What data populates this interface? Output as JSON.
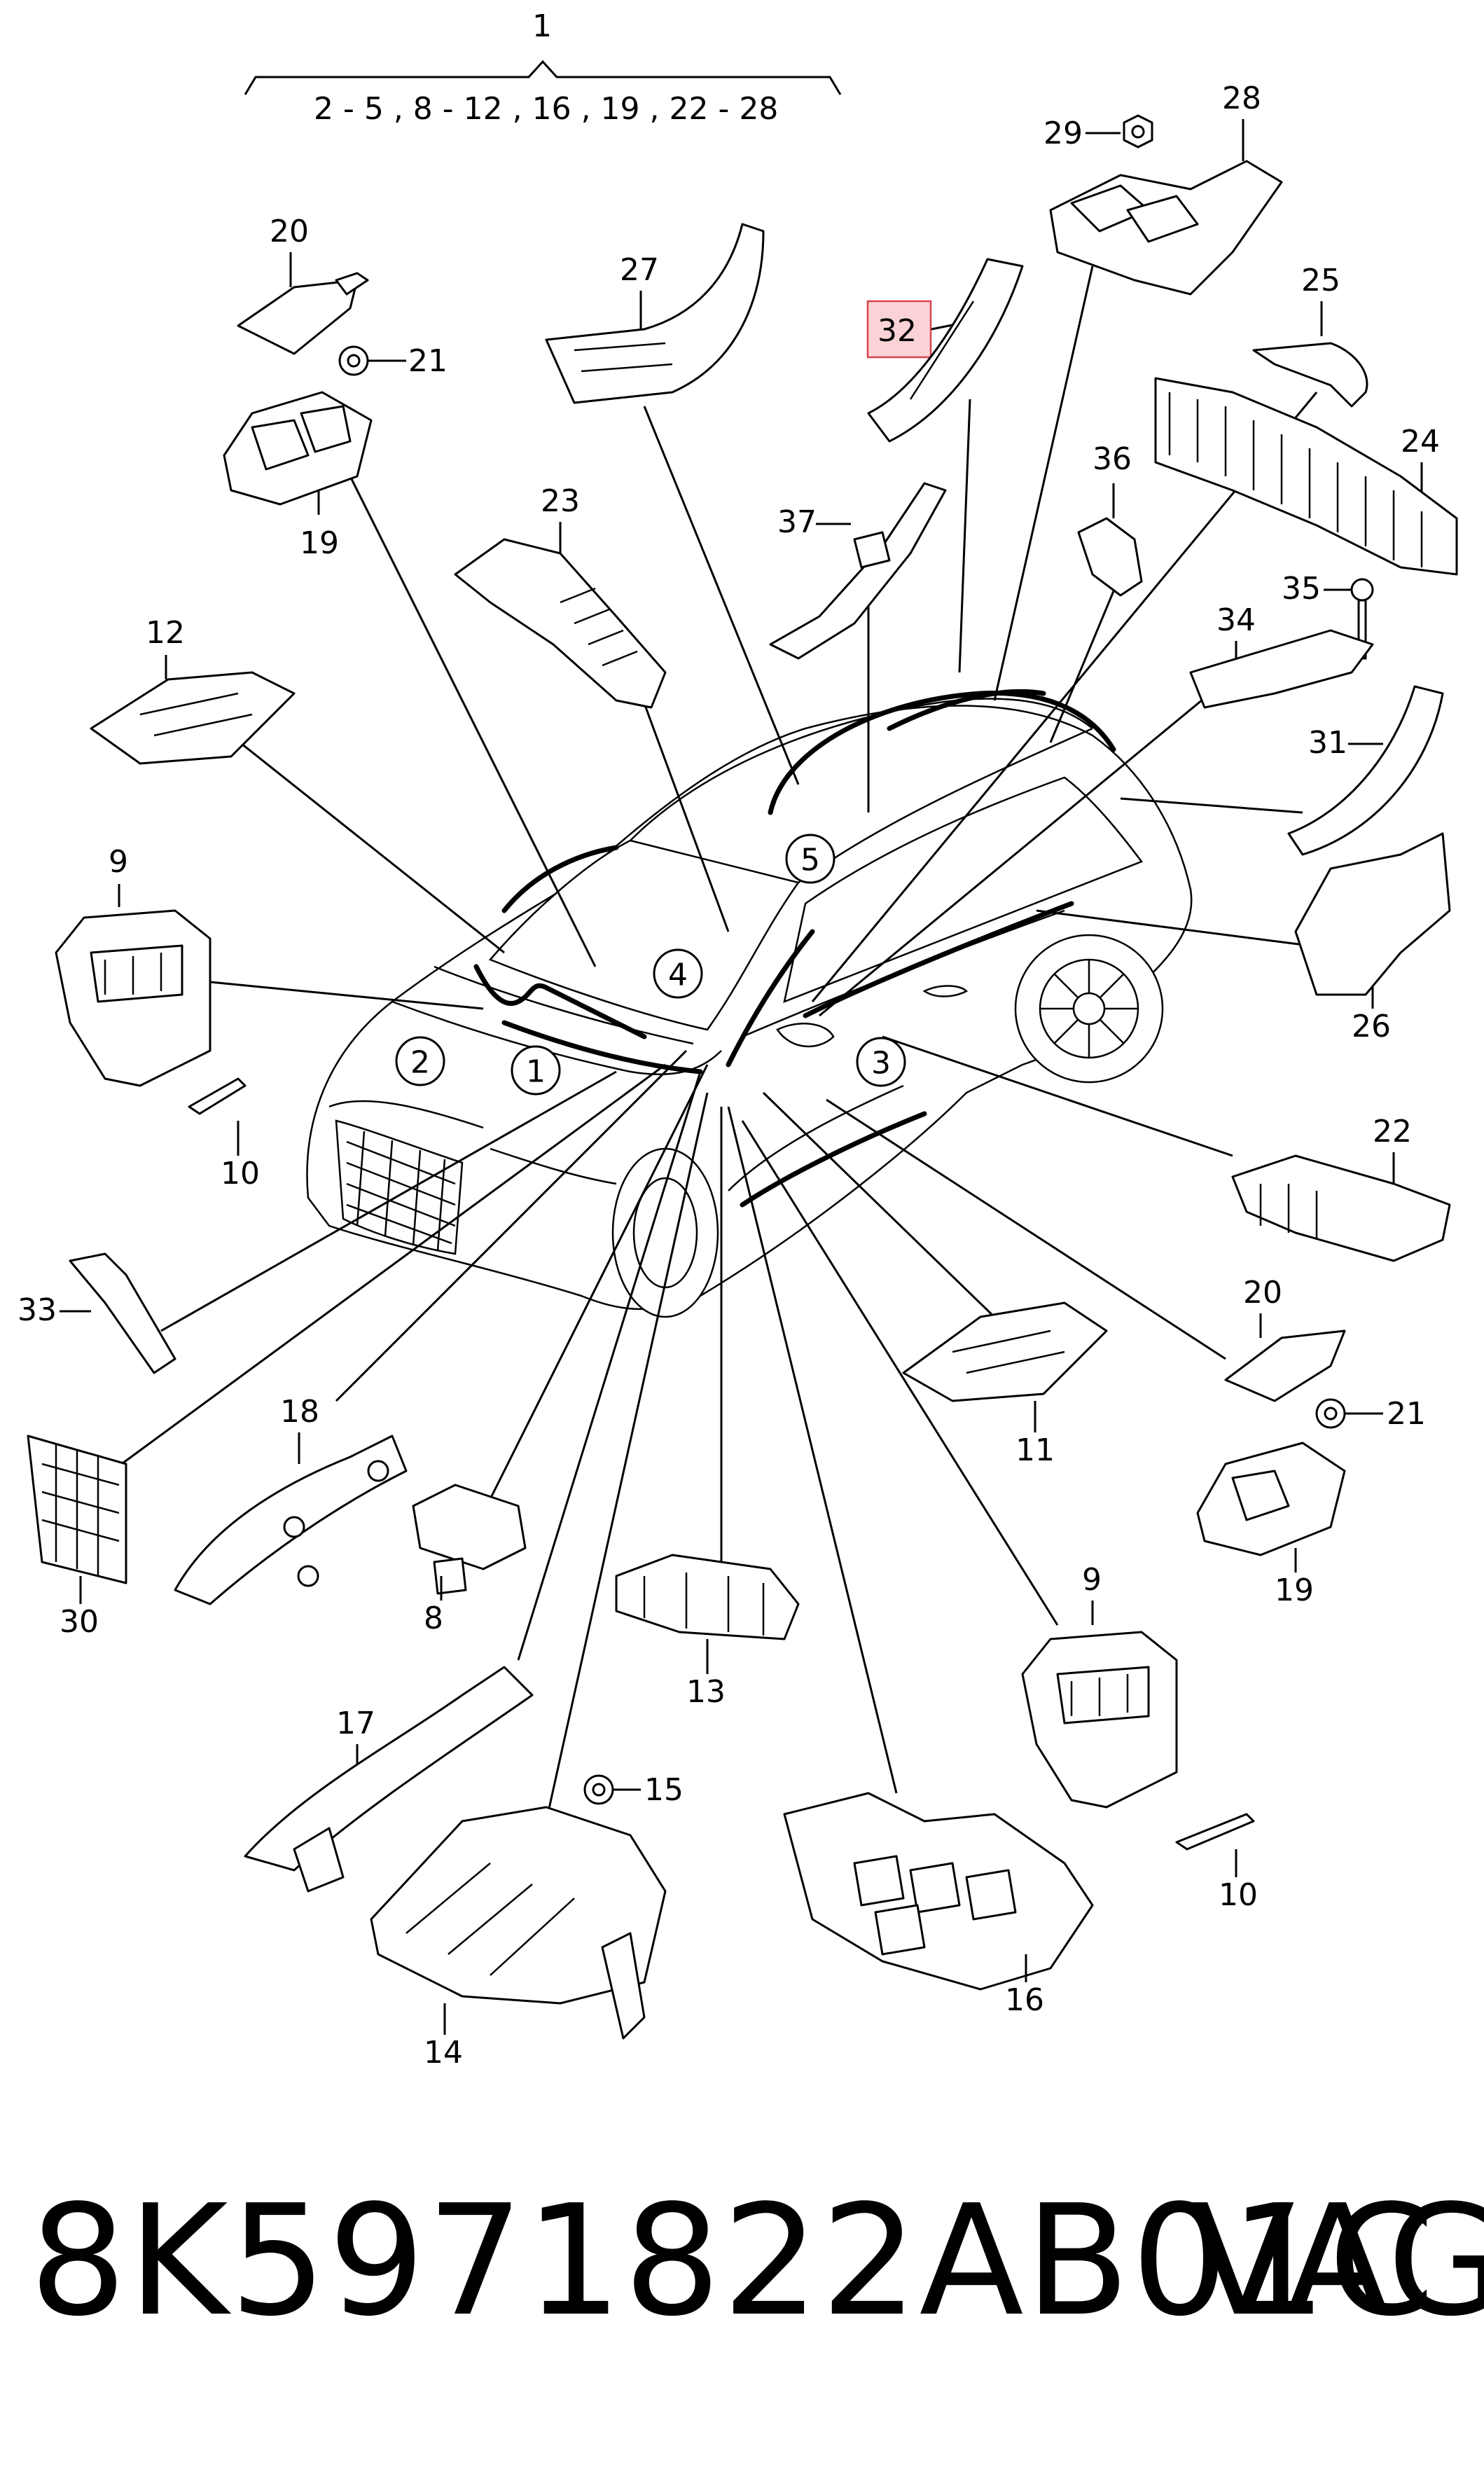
{
  "assembly": {
    "callout": "1",
    "range_text": "2 - 5 , 8 - 12 , 16 , 19 , 22 - 28"
  },
  "callouts": [
    "20",
    "21",
    "19",
    "27",
    "32",
    "29",
    "28",
    "25",
    "24",
    "36",
    "37",
    "23",
    "12",
    "35",
    "34",
    "31",
    "9",
    "5",
    "4",
    "2",
    "1",
    "3",
    "26",
    "10",
    "22",
    "33",
    "20",
    "21",
    "11",
    "18",
    "30",
    "8",
    "13",
    "19",
    "9",
    "17",
    "15",
    "10",
    "14",
    "16"
  ],
  "circled_numbers": [
    "5",
    "4",
    "2",
    "1",
    "3"
  ],
  "highlighted_callout": "32",
  "footer": {
    "part_number": "8K5971822AB01C",
    "brand": "VAG"
  },
  "colors": {
    "highlight_fill": "#fbd3d6",
    "highlight_border": "#d9434f",
    "line": "#000000"
  }
}
